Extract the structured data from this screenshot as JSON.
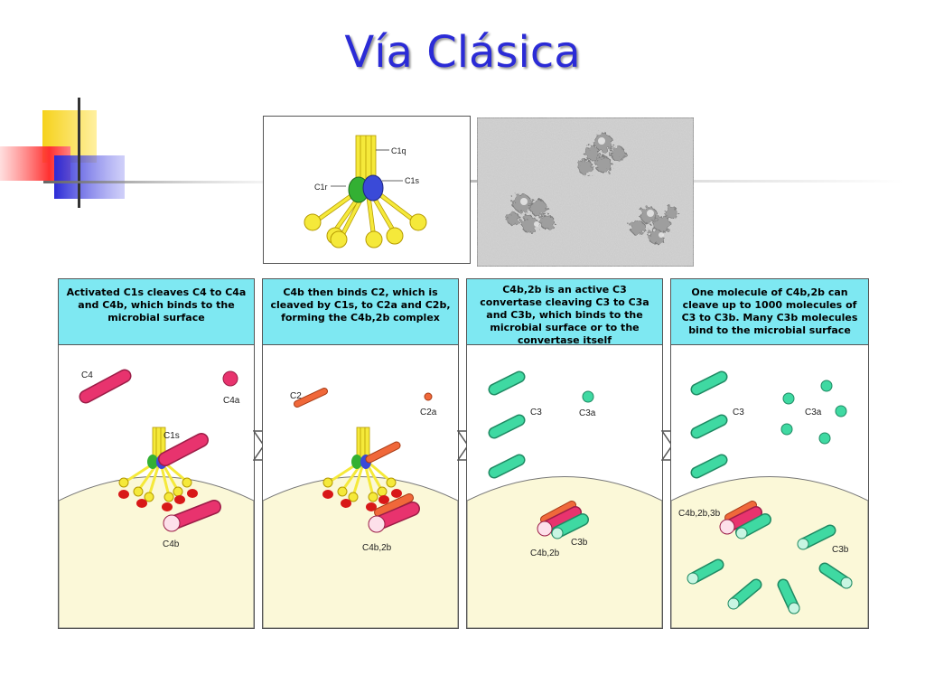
{
  "slide": {
    "title": "Vía Clásica"
  },
  "c1_diagram": {
    "labels": {
      "c1q": "C1q",
      "c1r": "C1r",
      "c1s": "C1s"
    }
  },
  "panels": [
    {
      "header": "Activated C1s cleaves C4 to C4a and C4b, which binds to the microbial surface",
      "labels": {
        "c4": "C4",
        "c4a": "C4a",
        "c1s": "C1s",
        "c4b": "C4b"
      }
    },
    {
      "header": "C4b then binds C2, which is cleaved by C1s, to C2a and C2b, forming the C4b,2b complex",
      "labels": {
        "c2": "C2",
        "c2a": "C2a",
        "complex": "C4b,2b"
      }
    },
    {
      "header": "C4b,2b is an active C3 convertase cleaving C3 to C3a and C3b, which binds to the microbial surface or to the convertase itself",
      "labels": {
        "c3": "C3",
        "c3a": "C3a",
        "c3b": "C3b",
        "complex": "C4b,2b"
      }
    },
    {
      "header": "One molecule of C4b,2b can cleave up to 1000 molecules of C3 to C3b. Many C3b molecules bind to the microbial surface",
      "labels": {
        "c3": "C3",
        "c3a": "C3a",
        "complex": "C4b,2b,3b",
        "c3b": "C3b"
      }
    }
  ],
  "colors": {
    "title": "#2b2bd6",
    "header_bg": "#7ee8f2",
    "microbe_surface": "#fbf8d8",
    "c4_pink": "#e8336e",
    "c2_orange": "#f0683a",
    "c3_green": "#3fd9a2",
    "c1q_yellow": "#f5e93a",
    "c1r_green": "#33b033",
    "c1s_blue": "#3a4ad8"
  }
}
